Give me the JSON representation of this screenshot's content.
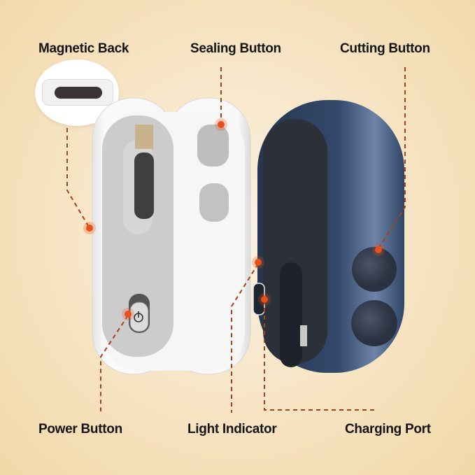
{
  "labels": {
    "magnetic_back": "Magnetic Back",
    "sealing_button": "Sealing Button",
    "cutting_button": "Cutting Button",
    "power_button": "Power Button",
    "light_indicator": "Light Indicator",
    "charging_port": "Charging Port"
  },
  "colors": {
    "background": "#f4dfb6",
    "callout": "#e8501a",
    "leader_line": "#a8401c",
    "white_device": "#f4f4f4",
    "blue_device": "#2f4566"
  },
  "icons": {
    "power": "power-icon"
  }
}
